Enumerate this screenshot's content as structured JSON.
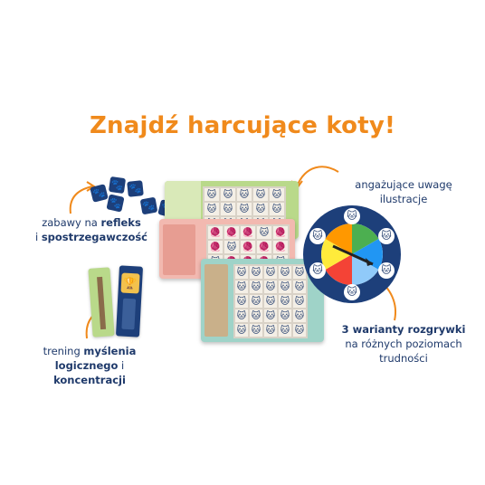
{
  "headline": "Znajdź harcujące koty!",
  "callouts": {
    "top_left": {
      "plain1": "zabawy na ",
      "bold1": "refleks",
      "plain2": "i ",
      "bold2": "spostrzegawczość"
    },
    "top_right": {
      "line1": "angażujące uwagę",
      "line2": "ilustracje"
    },
    "bottom_left": {
      "plain1": "trening ",
      "bold1": "myślenia",
      "bold2": "logicznego",
      "plain2": " i ",
      "bold3": "koncentracji"
    },
    "bottom_right": {
      "bold1": "3 warianty rozgrywki",
      "line2": "na różnych poziomach",
      "line3": "trudności"
    }
  },
  "colors": {
    "headline": "#f08a1c",
    "text": "#1f3a6b",
    "arrow": "#f08a1c",
    "dice": "#1d3f7a",
    "board_green": "#b9d98a",
    "board_pink": "#f2b9b0",
    "board_teal": "#9fd3c8"
  },
  "icons": {
    "die_face": "paw-print-icon",
    "cell": "cat-icon",
    "arrow": "curved-arrow-icon"
  }
}
